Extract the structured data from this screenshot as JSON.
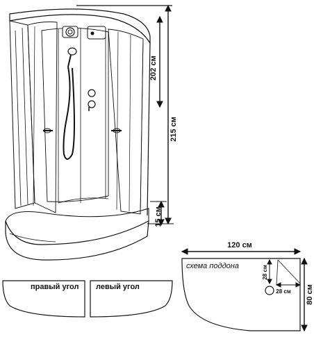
{
  "dimensions": {
    "total_height": "215 см",
    "cabin_height": "202 см",
    "tray_height": "15 см",
    "tray_width": "120 см",
    "tray_depth": "80 см",
    "drain_offset_vertical": "28 см",
    "drain_offset_horizontal": "28 см"
  },
  "tray_scheme": {
    "title": "схема поддона"
  },
  "corners": {
    "right": "правый угол",
    "left": "левый угол"
  }
}
